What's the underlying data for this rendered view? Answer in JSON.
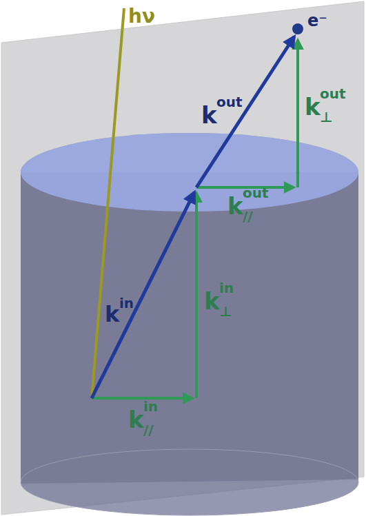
{
  "diagram": {
    "labels": [
      "hν",
      "e⁻",
      "k",
      "out",
      "k",
      "out",
      "⊥",
      "k",
      "out",
      "//",
      "k",
      "in",
      "k",
      "in",
      "⊥",
      "k",
      "in",
      "//"
    ]
  }
}
